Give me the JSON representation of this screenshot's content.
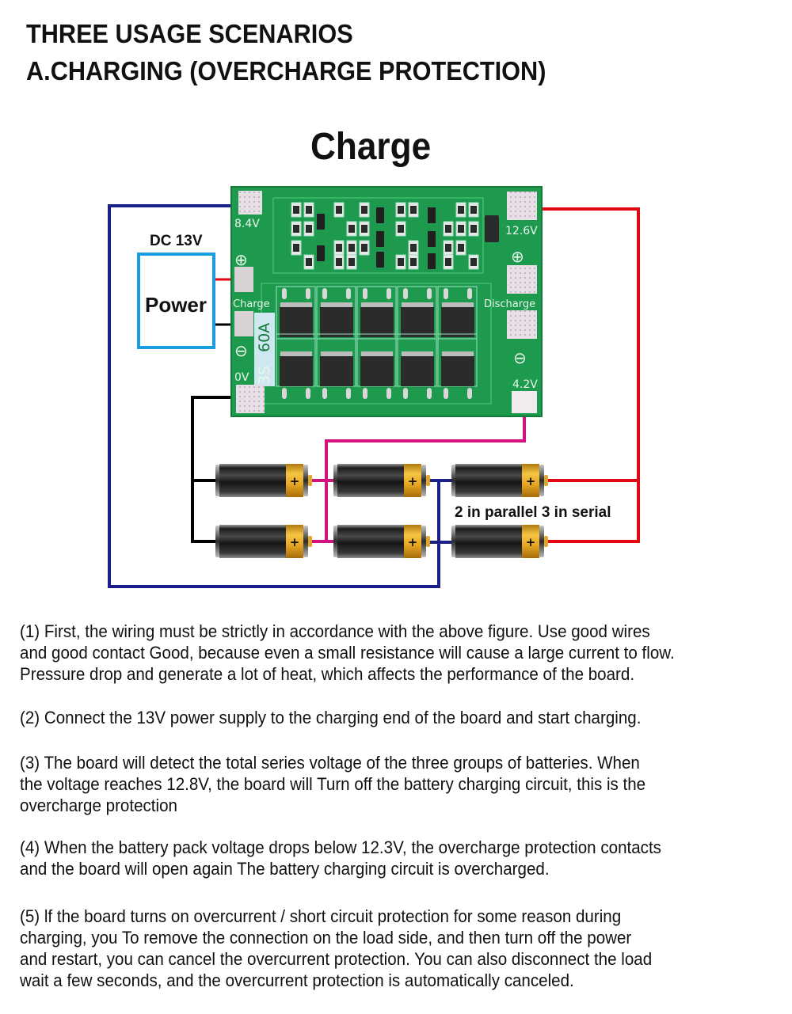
{
  "headings": {
    "line1": "THREE USAGE SCENARIOS",
    "line2": "A.CHARGING (OVERCHARGE PROTECTION)"
  },
  "diagram": {
    "title": "Charge",
    "power_supply": {
      "voltage_label": "DC 13V",
      "label": "Power"
    },
    "board": {
      "pad_labels": {
        "top_left": "8.4V",
        "top_right": "12.6V",
        "bottom_left": "0V",
        "bottom_right": "4.2V",
        "charge": "Charge",
        "discharge": "Discharge",
        "rating": "3S 60A",
        "rating_parts": [
          "3S",
          "60A"
        ]
      },
      "plus_symbol": "⊕",
      "minus_symbol": "⊖"
    },
    "battery_caption": "2 in parallel 3 in serial",
    "battery_plus": "+",
    "battery_config": {
      "parallel": 2,
      "serial": 3
    },
    "wire_colors": {
      "navy": "#1a1f8a",
      "red": "#e30613",
      "black": "#000000",
      "magenta": "#d4127f",
      "power_box": "#1a9ce0"
    },
    "board_color": "#1e9a4f"
  },
  "paragraphs": [
    {
      "id": "p1",
      "lines": [
        "(1) First, the wiring must be strictly in accordance with the above figure. Use good wires",
        "and good contact Good, because even a small resistance will cause a large current to flow.",
        "Pressure drop and generate a lot of heat, which affects the performance of the board."
      ]
    },
    {
      "id": "p2",
      "lines": [
        "(2) Connect the 13V power supply to the charging end of the board and start charging."
      ]
    },
    {
      "id": "p3",
      "lines": [
        "(3) The board will detect the total series voltage of the three groups of batteries. When",
        "the voltage reaches 12.8V, the board will Turn off the battery charging circuit, this is the",
        "overcharge protection"
      ]
    },
    {
      "id": "p4",
      "lines": [
        "(4) When the battery pack voltage drops below 12.3V, the overcharge protection contacts",
        "and the board will open again The battery charging circuit is overcharged."
      ]
    },
    {
      "id": "p5",
      "lines": [
        "(5) lf the board turns on overcurrent / short circuit protection for some reason during",
        "charging, you To remove the connection on the load side, and then turn off the power",
        "and restart, you can cancel the overcurrent protection. You can also disconnect the load",
        "wait a few seconds, and the overcurrent protection is automatically canceled."
      ]
    }
  ]
}
